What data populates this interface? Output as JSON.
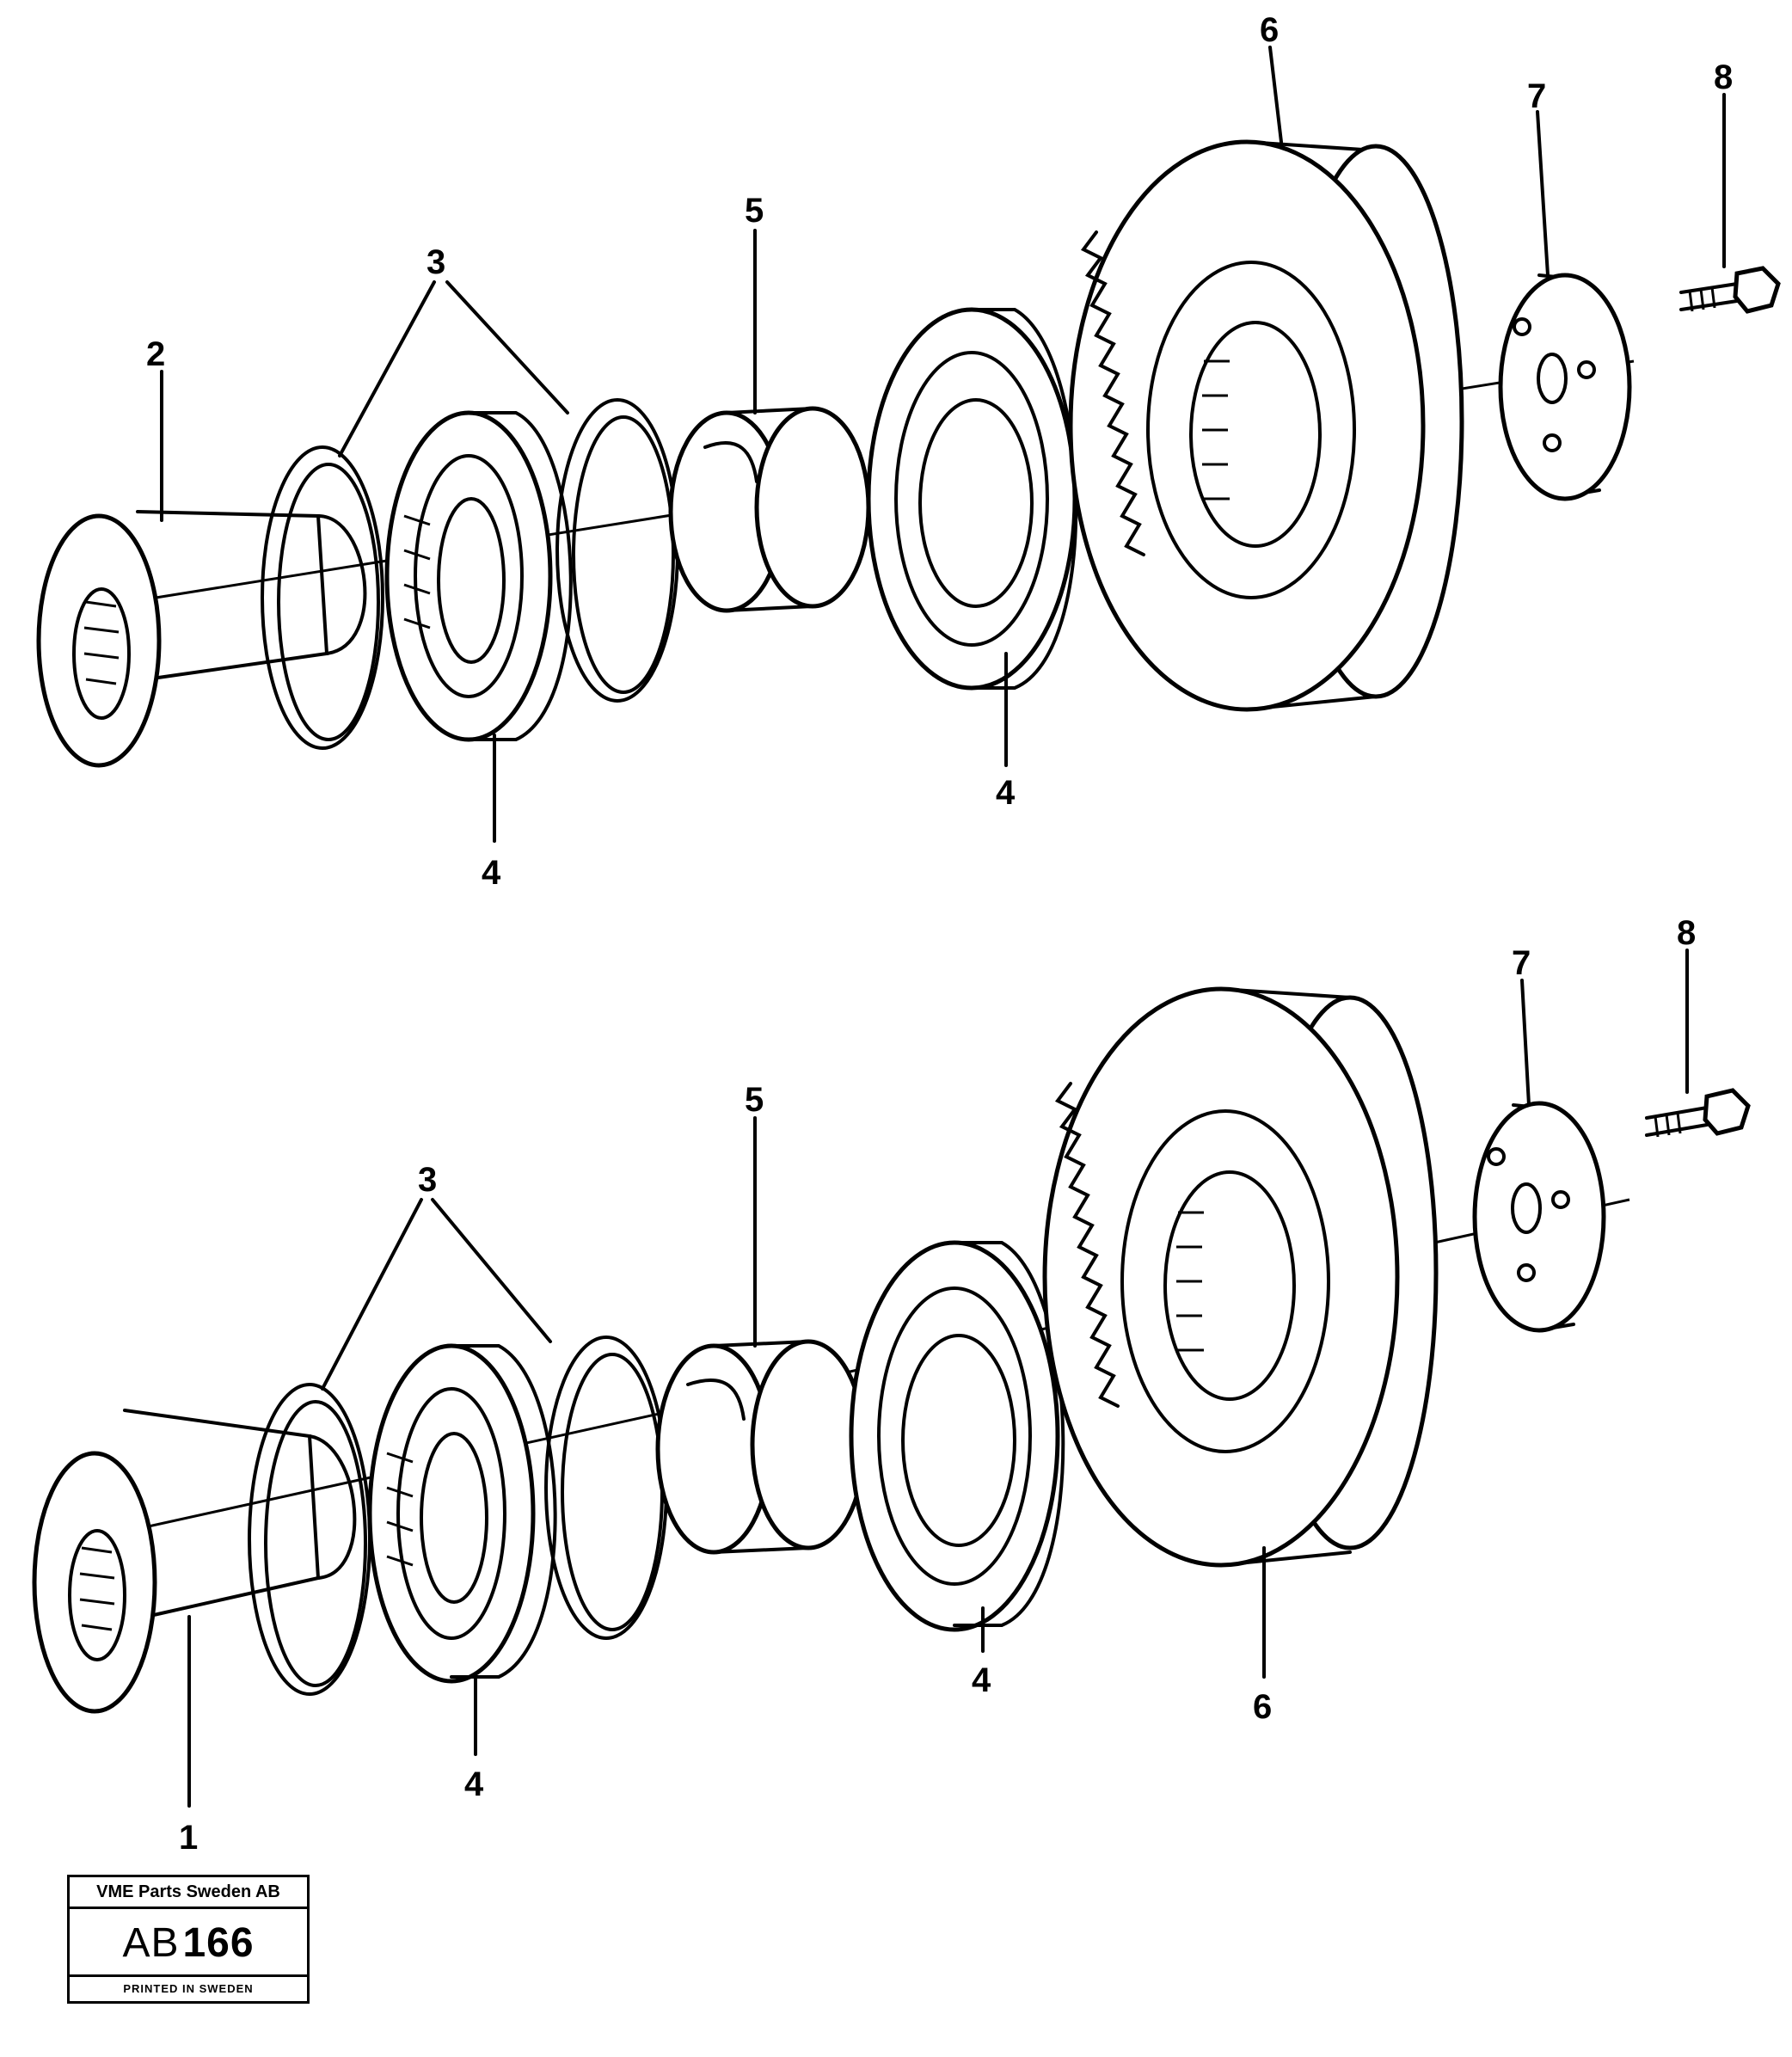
{
  "diagram": {
    "upper_assembly": {
      "callouts": [
        "2",
        "3",
        "4",
        "5",
        "4",
        "6",
        "7",
        "8"
      ]
    },
    "lower_assembly": {
      "callouts": [
        "1",
        "3",
        "4",
        "5",
        "4",
        "6",
        "7",
        "8"
      ]
    }
  },
  "title_block": {
    "company": "VME Parts Sweden AB",
    "code_prefix": "AB",
    "code_number": "166",
    "printed": "PRINTED IN SWEDEN"
  }
}
